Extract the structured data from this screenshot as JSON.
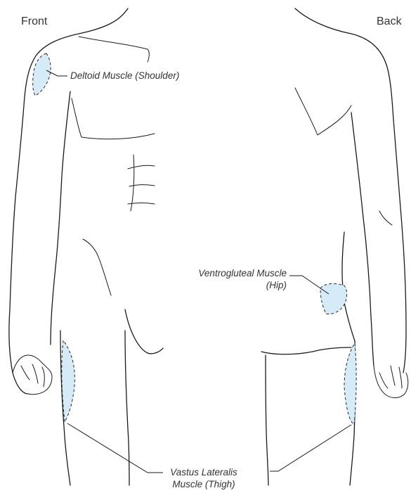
{
  "views": {
    "front": "Front",
    "back": "Back"
  },
  "callouts": {
    "deltoid": "Deltoid Muscle (Shoulder)",
    "ventrogluteal_line1": "Ventrogluteal Muscle",
    "ventrogluteal_line2": "(Hip)",
    "vastus_line1": "Vastus Lateralis",
    "vastus_line2": "Muscle (Thigh)"
  },
  "colors": {
    "region_fill": "#d6ebf8",
    "outline": "#1a1a1a",
    "text": "#333333"
  }
}
